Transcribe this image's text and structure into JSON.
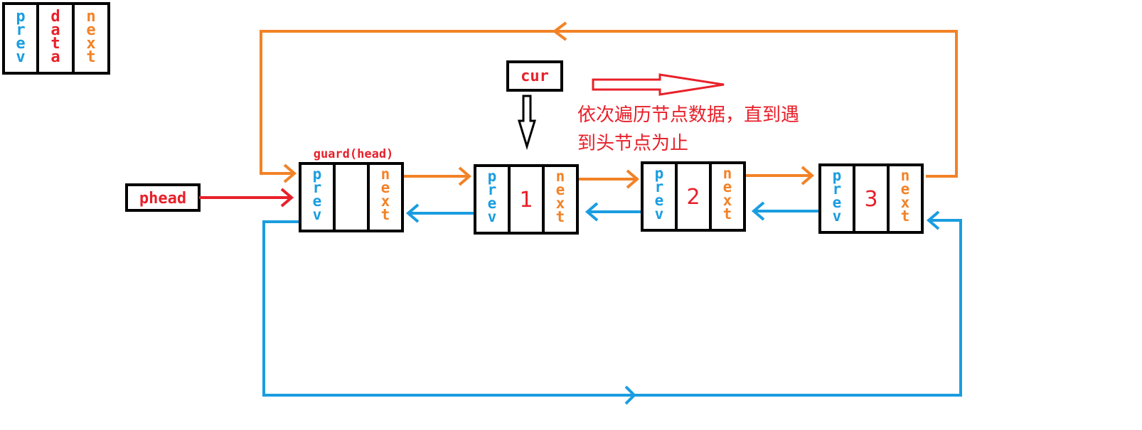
{
  "colors": {
    "prev": "#1a9de0",
    "data": "#e8202a",
    "next": "#f28226",
    "box": "#000000",
    "pointer_label": "#e8202a",
    "note": "#e8202a"
  },
  "legend": {
    "prev": "prev",
    "data": "data",
    "next": "next"
  },
  "guard_label": "guard(head)",
  "phead_label": "phead",
  "cur_label": "cur",
  "note": {
    "line1": "依次遍历节点数据，直到遇",
    "line2": "到头节点为止"
  },
  "nodes": [
    {
      "prev": "prev",
      "value": "",
      "next": "next"
    },
    {
      "prev": "prev",
      "value": "1",
      "next": "next"
    },
    {
      "prev": "prev",
      "value": "2",
      "next": "next"
    },
    {
      "prev": "prev",
      "value": "3",
      "next": "next"
    }
  ]
}
